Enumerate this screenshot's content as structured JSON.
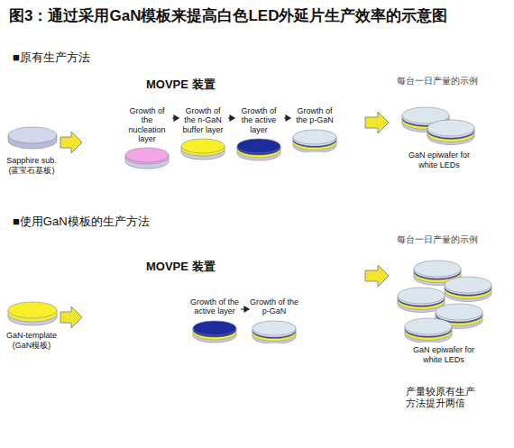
{
  "diagram": {
    "title": "图3：通过采用GaN模板来提高白色LED外延片生产效率的示意图",
    "nodes": [
      {
        "text": [
          "Sapphire sub. (蓝宝石基板)"
        ]
      },
      {
        "text": [
          "MOVPE 装置"
        ]
      },
      {
        "text": [
          "Growth of the nucleation layer"
        ],
        "in": 1
      },
      {
        "text": [
          "Growth of the n-GaN buffer layer"
        ],
        "in": 1
      },
      {
        "text": [
          "Growth of the active layer"
        ],
        "in": 1
      },
      {
        "text": [
          "Growth of the p-GaN"
        ],
        "in": 1
      },
      {
        "text": [
          "GaN epiwafer for white LEDs"
        ]
      },
      {
        "text": [
          "GaN-template (GaN模板)"
        ]
      },
      {
        "text": [
          "MOVPE 装置"
        ]
      },
      {
        "text": [
          "Growth of the active layer"
        ],
        "in": 8
      },
      {
        "text": [
          "Growth of the p-GaN"
        ],
        "in": 8
      },
      {
        "text": [
          "GaN epiwafer for white LEDs"
        ]
      }
    ],
    "edges": [
      {
        "from": 0,
        "to": 1,
        "arrow": "to"
      },
      {
        "from": 2,
        "to": 3,
        "arrow": "to"
      },
      {
        "from": 3,
        "to": 4,
        "arrow": "to"
      },
      {
        "from": 4,
        "to": 5,
        "arrow": "to"
      },
      {
        "from": 1,
        "to": 6,
        "arrow": "to"
      },
      {
        "from": 7,
        "to": 8,
        "arrow": "to"
      },
      {
        "from": 9,
        "to": 10,
        "arrow": "to"
      },
      {
        "from": 8,
        "to": 11,
        "arrow": "to"
      }
    ],
    "labels": [
      "■原有生产方法",
      "每台一日产量的示例",
      "■使用GaN模板的生产方法",
      "每台一日产量的示例",
      "产量较原有生产方法提升两倍"
    ]
  }
}
